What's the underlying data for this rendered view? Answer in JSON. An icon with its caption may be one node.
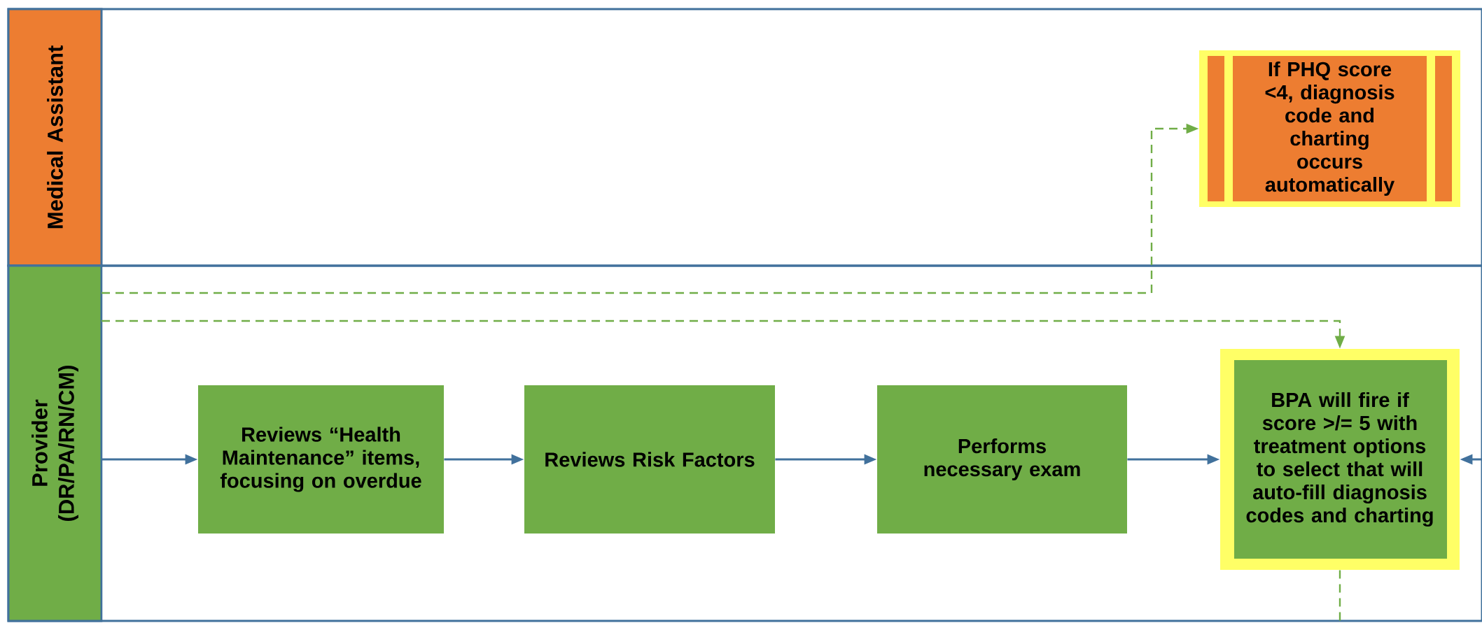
{
  "diagram": {
    "nodes": [
      {
        "text": [
          "Medical Assistant"
        ]
      },
      {
        "text": [
          "If PHQ score <4, diagnosis code and charting occurs automatically"
        ],
        "in": 0
      },
      {
        "text": [
          "Provider (DR/PA/RN/CM)"
        ]
      },
      {
        "text": [
          "Reviews “Health Maintenance” items, focusing on overdue"
        ],
        "in": 2
      },
      {
        "text": [
          "Reviews Risk Factors"
        ],
        "in": 2
      },
      {
        "text": [
          "Performs necessary exam"
        ],
        "in": 2
      },
      {
        "text": [
          "BPA will fire if score >/= 5 with treatment options to select that will auto-fill diagnosis codes and charting"
        ],
        "in": 2
      }
    ],
    "edges": [
      {
        "from": null,
        "to": 3,
        "arrow": "to"
      },
      {
        "from": 3,
        "to": 4,
        "arrow": "to"
      },
      {
        "from": 4,
        "to": 5,
        "arrow": "to"
      },
      {
        "from": 5,
        "to": 6,
        "arrow": "to"
      },
      {
        "from": null,
        "to": 1,
        "arrow": "to",
        "style": "dashed",
        "color": "#70ad47"
      },
      {
        "from": null,
        "to": 6,
        "arrow": "to",
        "style": "dashed",
        "color": "#70ad47"
      },
      {
        "from": 6,
        "to": null,
        "arrow": "none",
        "style": "dashed",
        "color": "#70ad47"
      },
      {
        "from": null,
        "to": 6,
        "arrow": "to"
      }
    ]
  }
}
